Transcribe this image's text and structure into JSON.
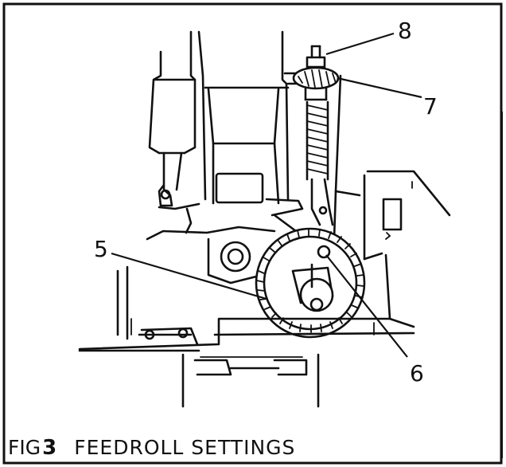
{
  "caption": {
    "prefix": "FIG",
    "number": "3",
    "title": "FEEDROLL  SETTINGS"
  },
  "callouts": {
    "part_5": "5",
    "part_6": "6",
    "part_7": "7",
    "part_8": "8"
  }
}
